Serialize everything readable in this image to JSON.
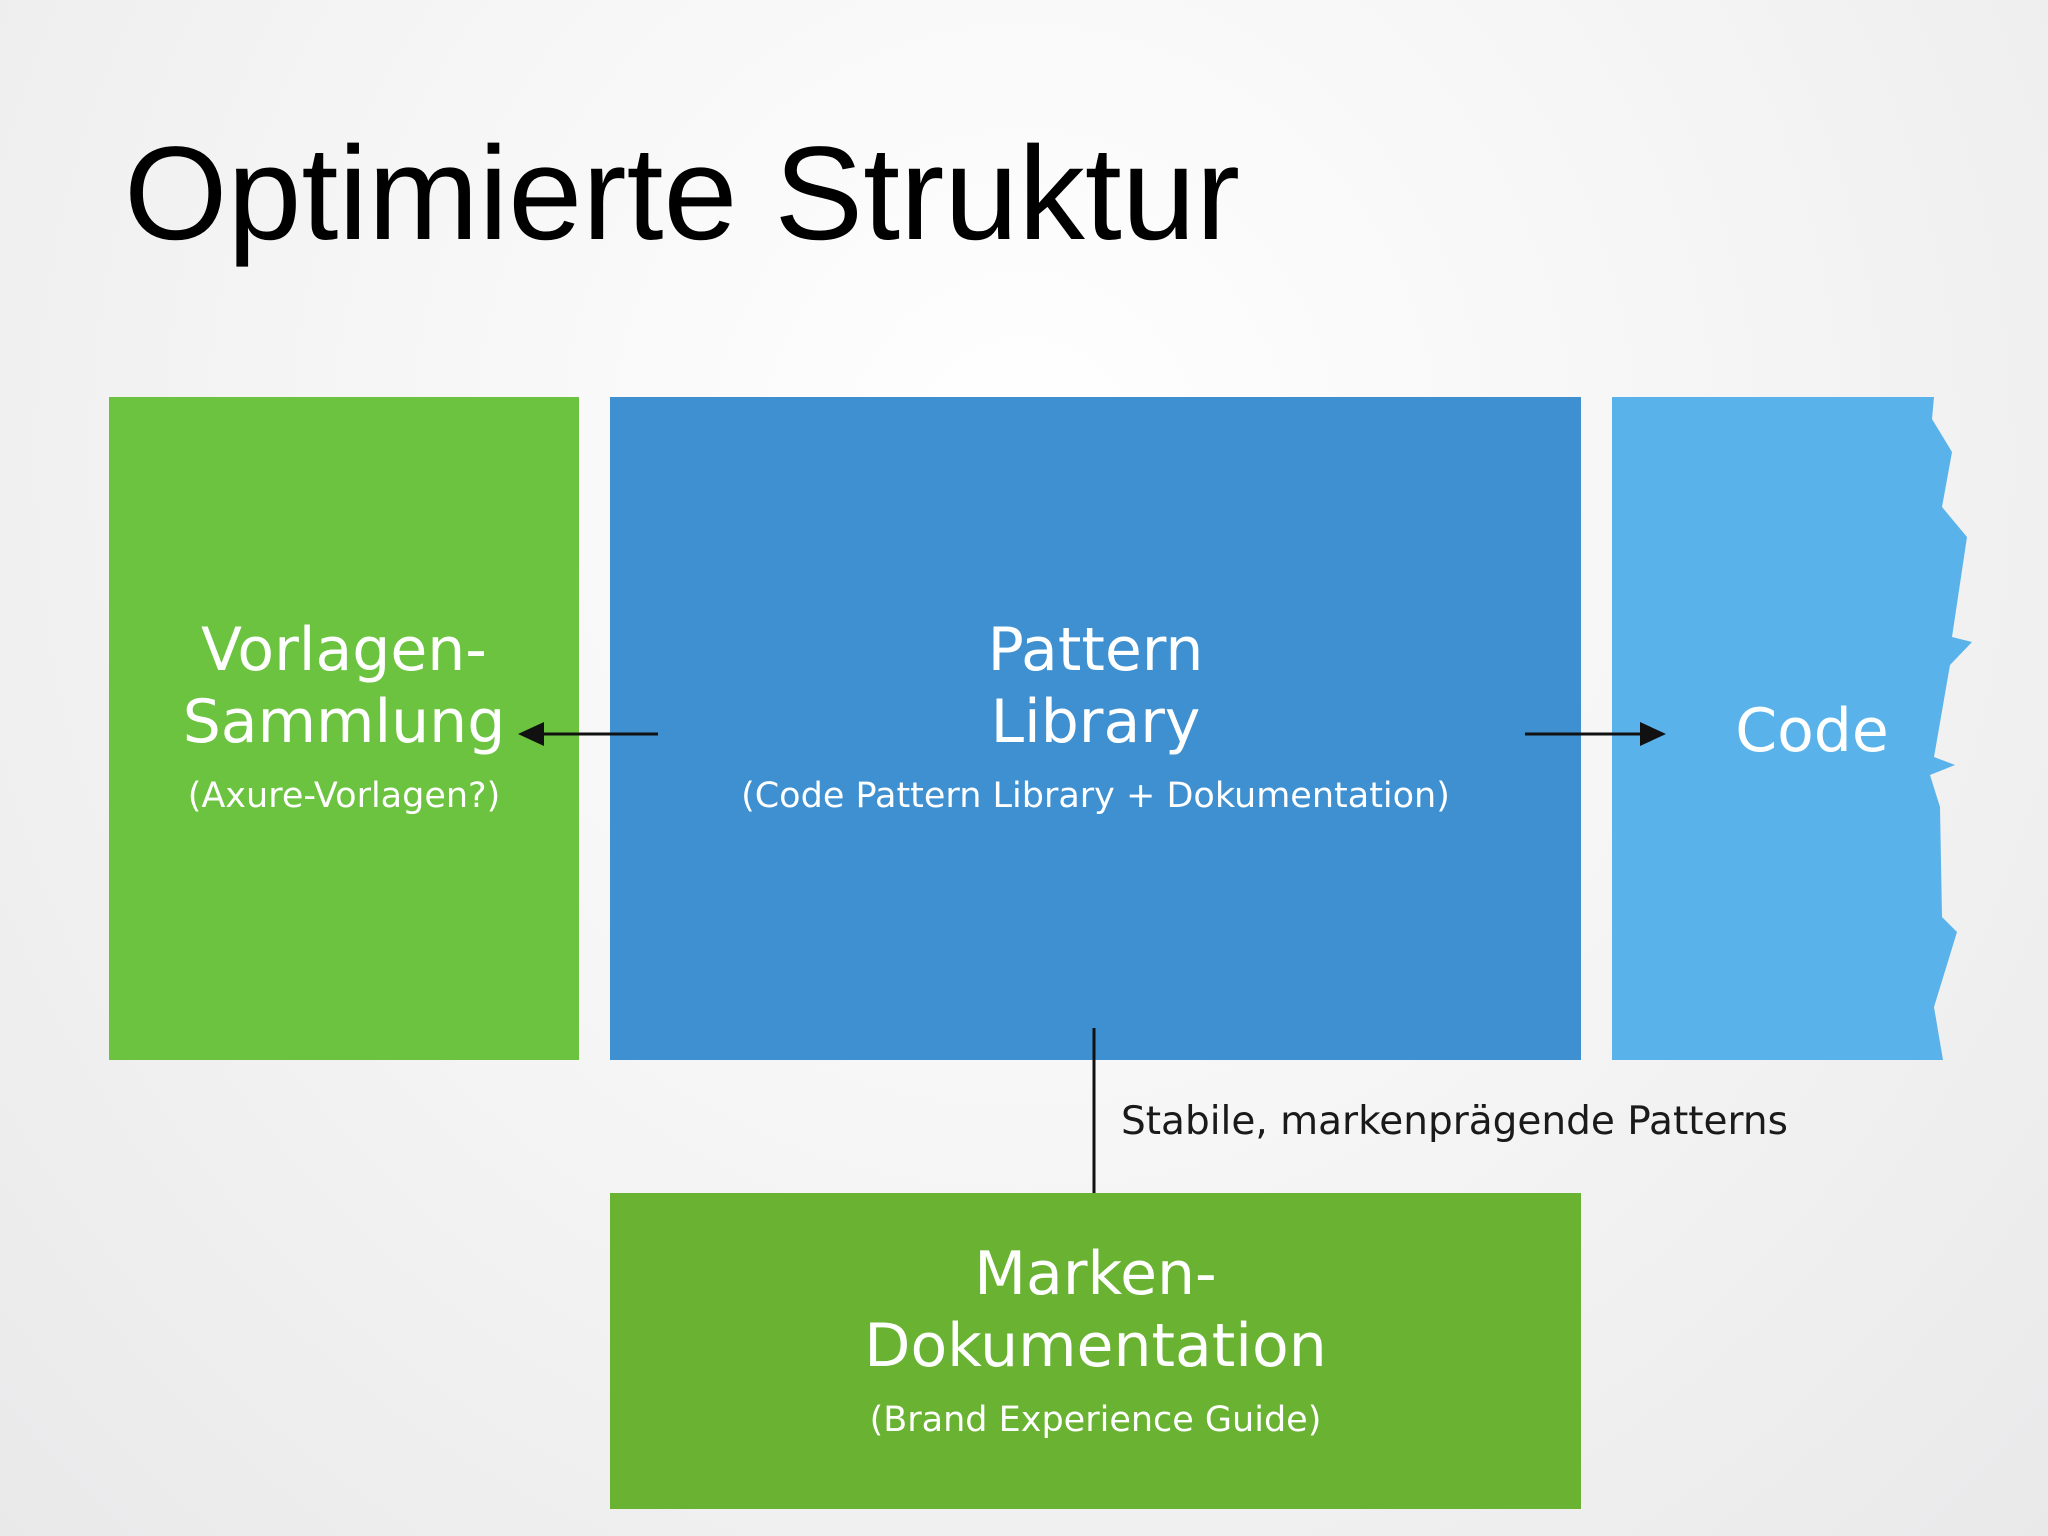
{
  "title": "Optimierte Struktur",
  "nodes": {
    "vorlagen": {
      "title": "Vorlagen-\nSammlung",
      "subtitle": "(Axure-Vorlagen?)",
      "color": "#6cc33f"
    },
    "pattern_library": {
      "title": "Pattern\nLibrary",
      "subtitle": "(Code Pattern Library + Dokumentation)",
      "color": "#3e90d1"
    },
    "code": {
      "title": "Code",
      "color": "#5ab2ea"
    },
    "marken": {
      "title": "Marken-\nDokumentation",
      "subtitle": "(Brand Experience Guide)",
      "color": "#69b232"
    }
  },
  "edges": [
    {
      "from": "pattern_library",
      "to": "vorlagen",
      "label": ""
    },
    {
      "from": "pattern_library",
      "to": "code",
      "label": ""
    },
    {
      "from": "pattern_library",
      "to": "marken",
      "label": "Stabile, markenprägende Patterns"
    }
  ]
}
